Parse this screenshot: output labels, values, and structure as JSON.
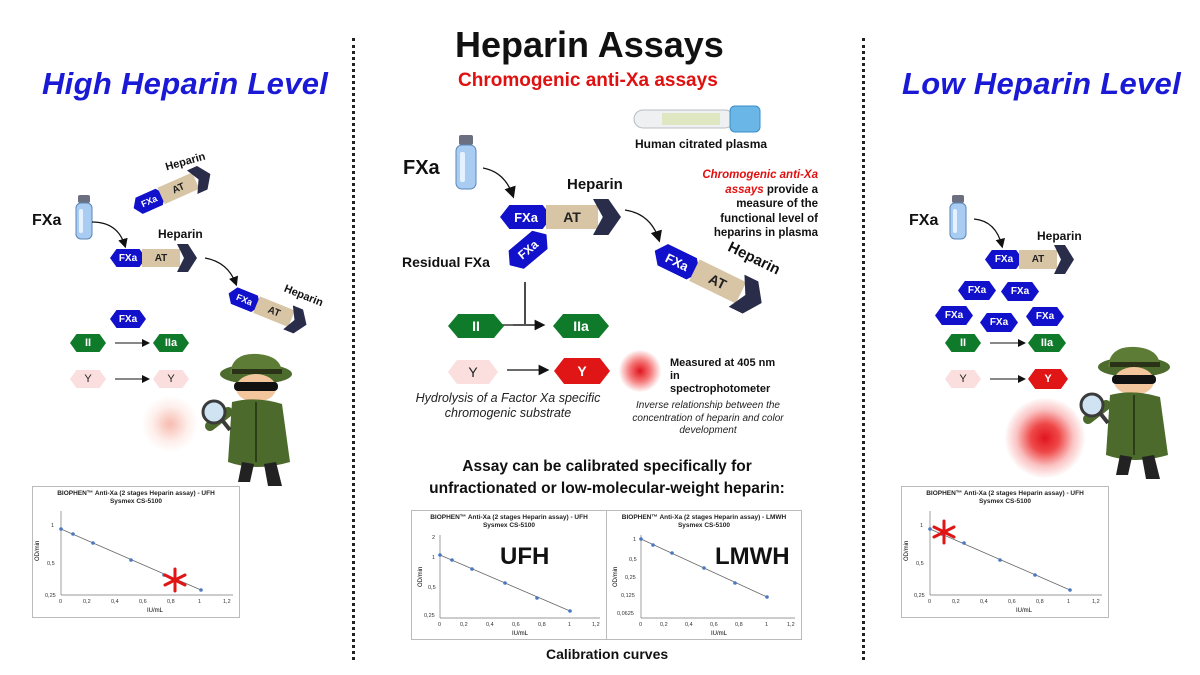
{
  "left": {
    "title": "High Heparin Level",
    "fxa_label": "FXa",
    "heparin_label": "Heparin",
    "complex_fxa": "FXa",
    "complex_at": "AT",
    "free_fxa": "FXa",
    "ii": "II",
    "iia": "IIa",
    "y": "Y",
    "y_product": "Y",
    "chart": {
      "head": "BIOPHEN™ Anti-Xa (2 stages Heparin assay) - UFH",
      "sub": "Sysmex CS-5100"
    }
  },
  "center": {
    "title": "Heparin Assays",
    "subtitle": "Chromogenic anti-Xa assays",
    "tube_label": "Human citrated plasma",
    "fxa_label": "FXa",
    "heparin_label": "Heparin",
    "residual_label": "Residual FXa",
    "complex_fxa": "FXa",
    "complex_at": "AT",
    "ii": "II",
    "iia": "IIa",
    "y": "Y",
    "y_product": "Y",
    "note_red": "Chromogenic anti-Xa assays",
    "note_rest": " provide a measure of the functional level of heparins in plasma",
    "measured": "Measured at 405 nm in spectrophotometer",
    "hydrolysis": "Hydrolysis of a Factor Xa specific chromogenic substrate",
    "inverse": "Inverse relationship between the concentration of heparin and color development",
    "calib_heading": "Assay can be calibrated specifically for unfractionated or low-molecular-weight heparin:",
    "ufh": "UFH",
    "lmwh": "LMWH",
    "calib_caption": "Calibration curves",
    "chart_ufh": {
      "head": "BIOPHEN™ Anti-Xa (2 stages Heparin assay) - UFH",
      "sub": "Sysmex CS-5100"
    },
    "chart_lmwh": {
      "head": "BIOPHEN™ Anti-Xa (2 stages Heparin assay) - LMWH",
      "sub": "Sysmex CS-5100"
    }
  },
  "right": {
    "title": "Low Heparin Level",
    "fxa_label": "FXa",
    "heparin_label": "Heparin",
    "complex_fxa": "FXa",
    "complex_at": "AT",
    "free_fxa": "FXa",
    "ii": "II",
    "iia": "IIa",
    "y": "Y",
    "y_product": "Y",
    "chart": {
      "head": "BIOPHEN™ Anti-Xa (2 stages Heparin assay) - UFH",
      "sub": "Sysmex CS-5100"
    }
  },
  "charts": {
    "ylabel": "OD/min",
    "xlabel": "IU/mL",
    "x_ticks": [
      "0",
      "0,2",
      "0,4",
      "0,6",
      "0,8",
      "1",
      "1,2"
    ],
    "y_ticks_ufh": [
      "2",
      "1",
      "0,5",
      "0,25"
    ],
    "y_ticks_lmwh": [
      "1",
      "0,5",
      "0,25",
      "0,125",
      "0,0625"
    ],
    "points_x": [
      0,
      0.1,
      0.25,
      0.5,
      0.75,
      1.0
    ]
  },
  "colors": {
    "title_blue": "#1a1ad6",
    "fxa_blue": "#1111cc",
    "at_tan": "#d8c5a6",
    "heparin_navy": "#2a2d4a",
    "green": "#0f7a2a",
    "red": "#e01515",
    "pink": "#fbdede"
  }
}
